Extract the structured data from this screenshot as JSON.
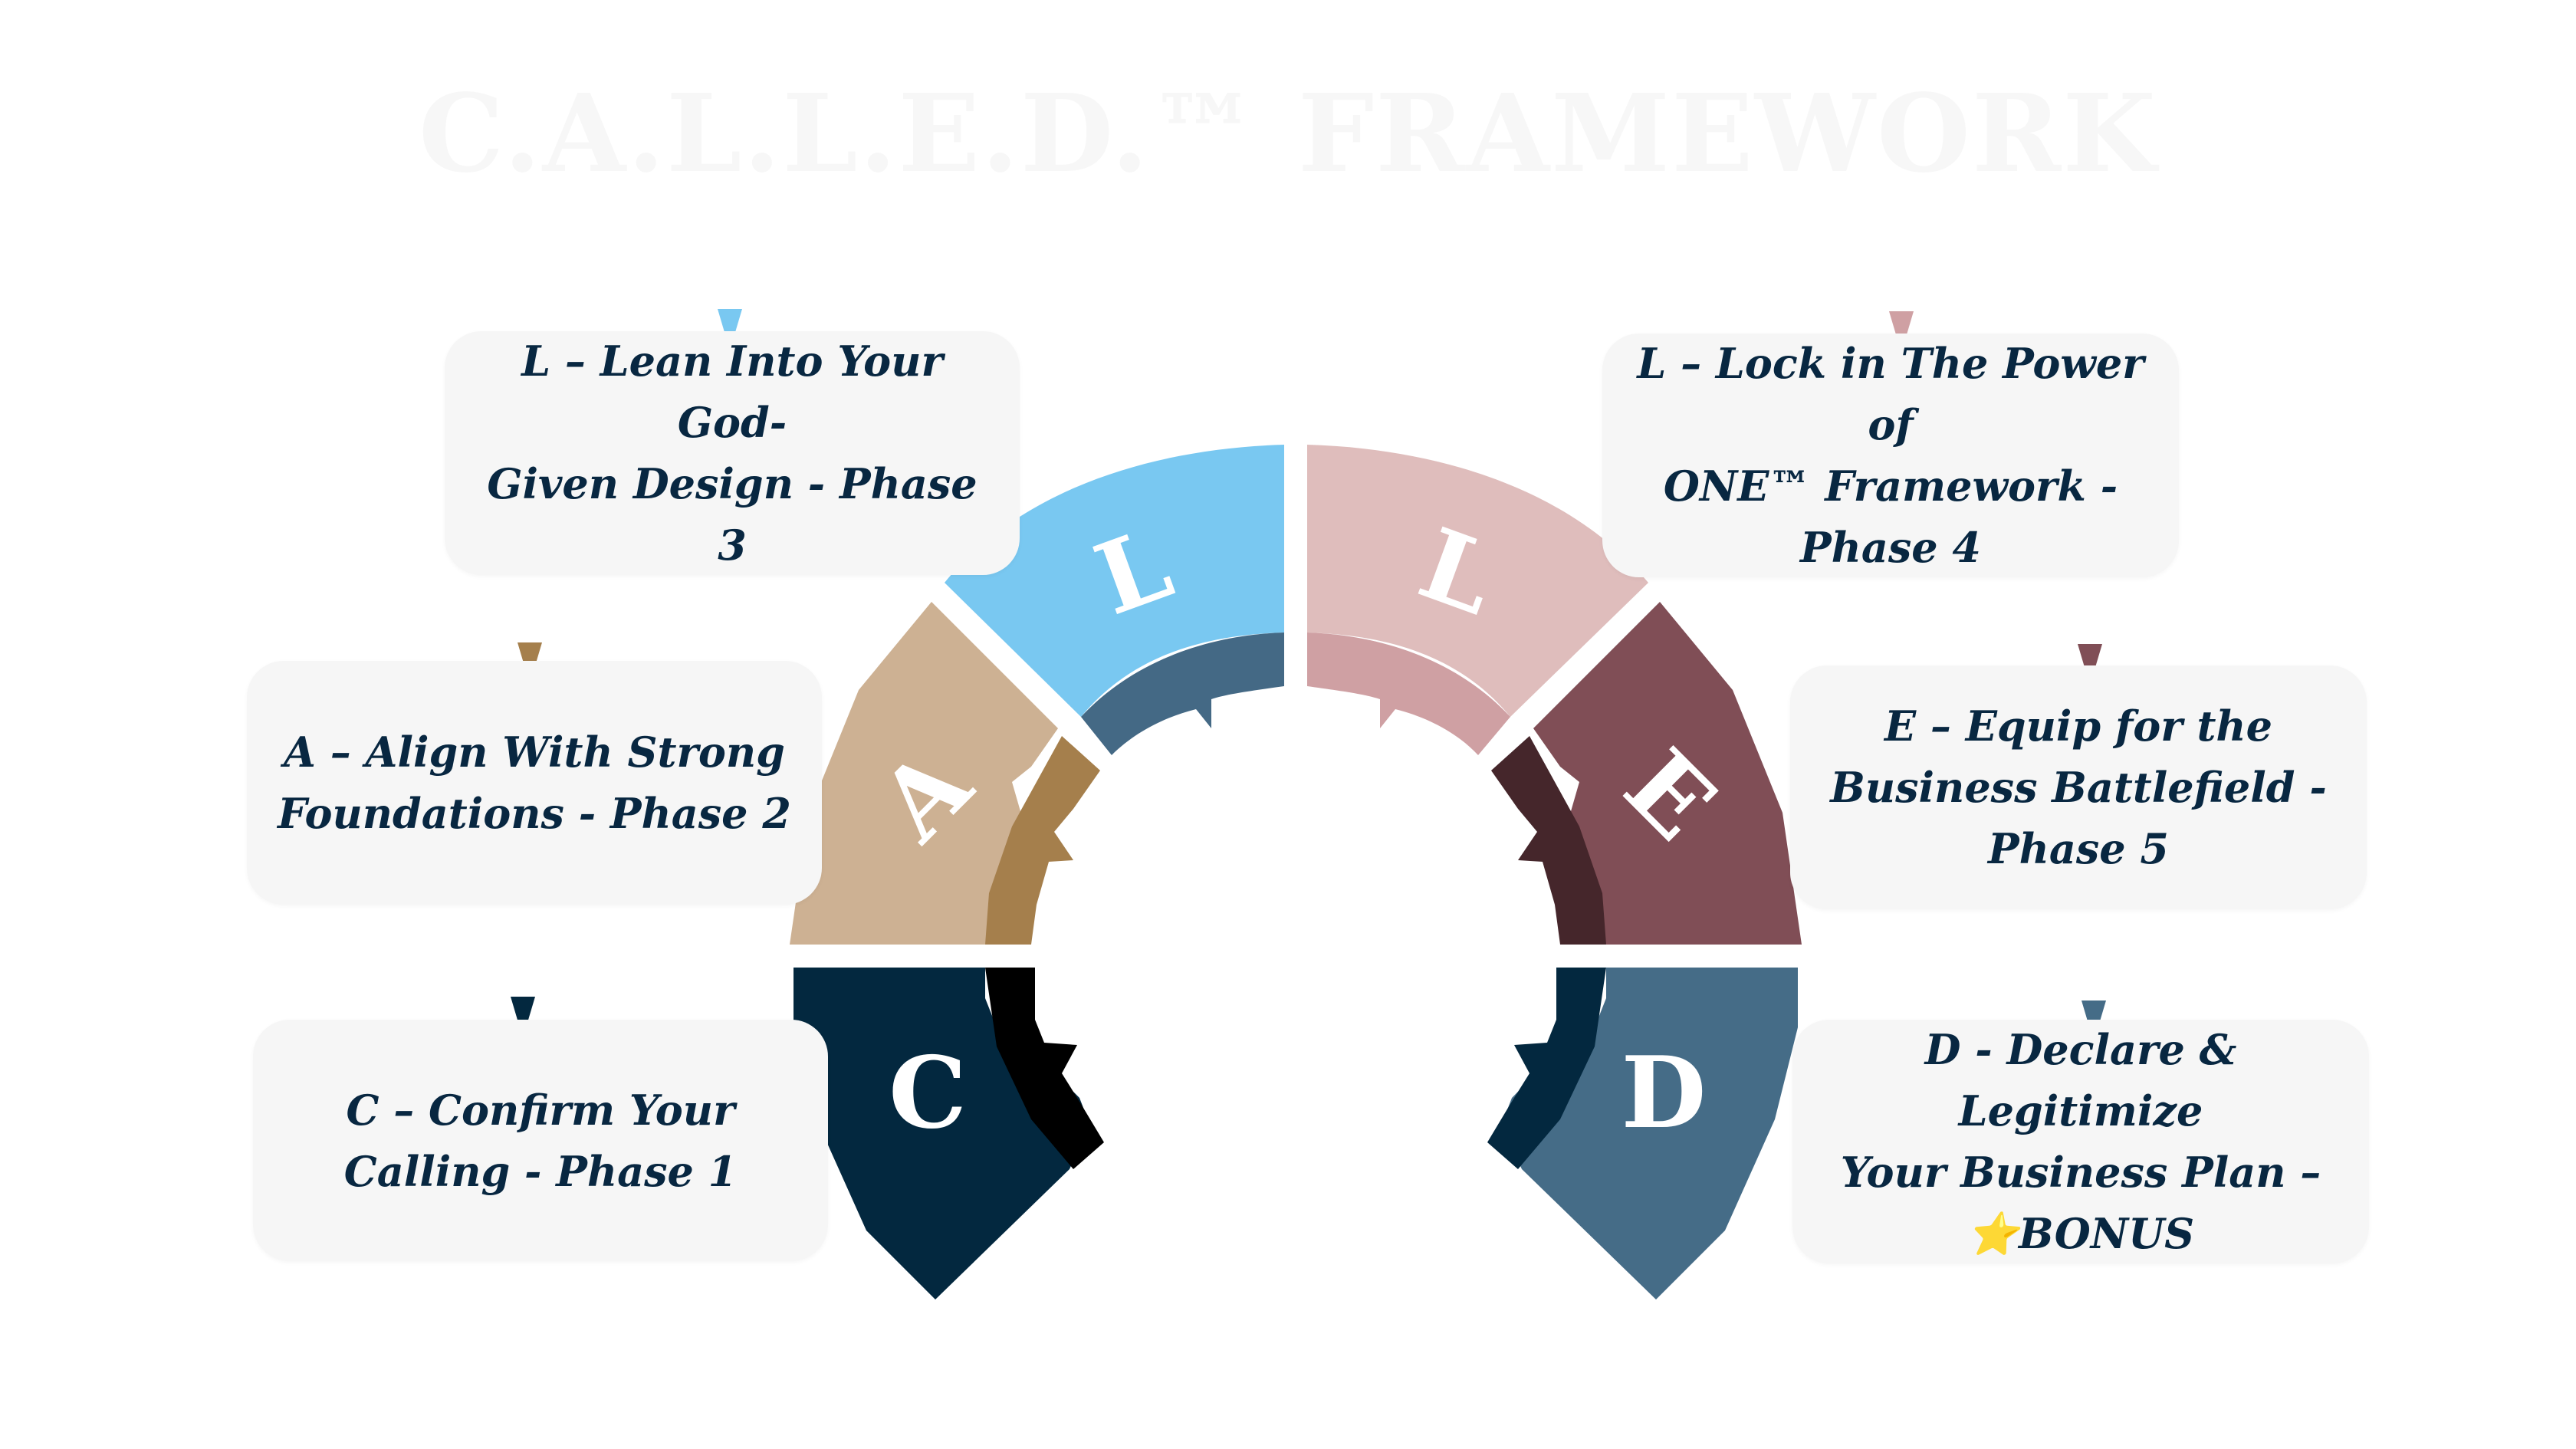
{
  "title": "C.A.L.L.E.D.™ FRAMEWORK",
  "segments": [
    {
      "letter": "C",
      "color": "#03283f",
      "inner": "#000000"
    },
    {
      "letter": "A",
      "color": "#cdb193",
      "inner": "#a57f4c"
    },
    {
      "letter": "L",
      "color": "#79c8f1",
      "inner": "#446985"
    },
    {
      "letter": "L",
      "color": "#dfbdbc",
      "inner": "#cfa0a3"
    },
    {
      "letter": "E",
      "color": "#804e56",
      "inner": "#45262b"
    },
    {
      "letter": "D",
      "color": "#456c87",
      "inner": "#03283f"
    }
  ],
  "labels": [
    {
      "lines": [
        "C – Confirm Your",
        "Calling - Phase 1"
      ],
      "pointer_color": "#03283f"
    },
    {
      "lines": [
        "A – Align With Strong",
        "Foundations - Phase 2"
      ],
      "pointer_color": "#a57f4c"
    },
    {
      "lines": [
        "L – Lean Into Your God-",
        "Given Design - Phase 3"
      ],
      "pointer_color": "#79c8f1"
    },
    {
      "lines": [
        "L – Lock in The Power of",
        "ONE™ Framework -",
        "Phase 4"
      ],
      "pointer_color": "#cfa0a3"
    },
    {
      "lines": [
        "E – Equip for the",
        "Business Battlefield -",
        "Phase 5"
      ],
      "pointer_color": "#804e56"
    },
    {
      "lines": [
        "D - Declare & Legitimize",
        "Your Business Plan –",
        "⭐BONUS"
      ],
      "pointer_color": "#456c87"
    }
  ]
}
